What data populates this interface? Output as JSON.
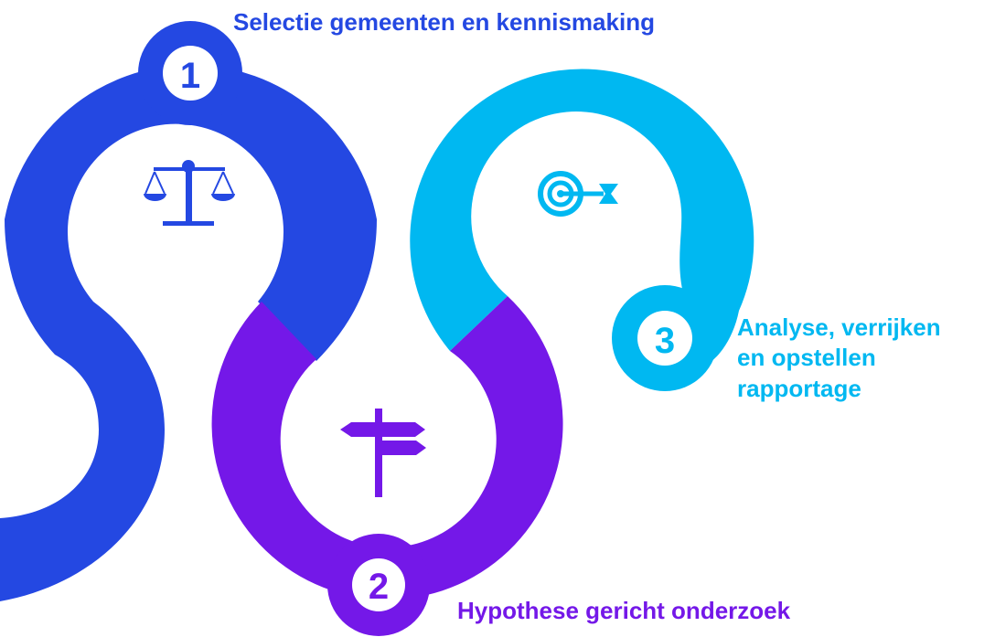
{
  "steps": [
    {
      "number": "1",
      "title": "Selectie gemeenten en kennismaking",
      "icon": "scales-icon",
      "color": "#2448e2"
    },
    {
      "number": "2",
      "title": "Hypothese gericht onderzoek",
      "icon": "signpost-icon",
      "color": "#7418e8"
    },
    {
      "number": "3",
      "title_lines": [
        "Analyse, verrijken",
        "en opstellen",
        "rapportage"
      ],
      "icon": "target-icon",
      "color": "#00b8f1"
    }
  ]
}
